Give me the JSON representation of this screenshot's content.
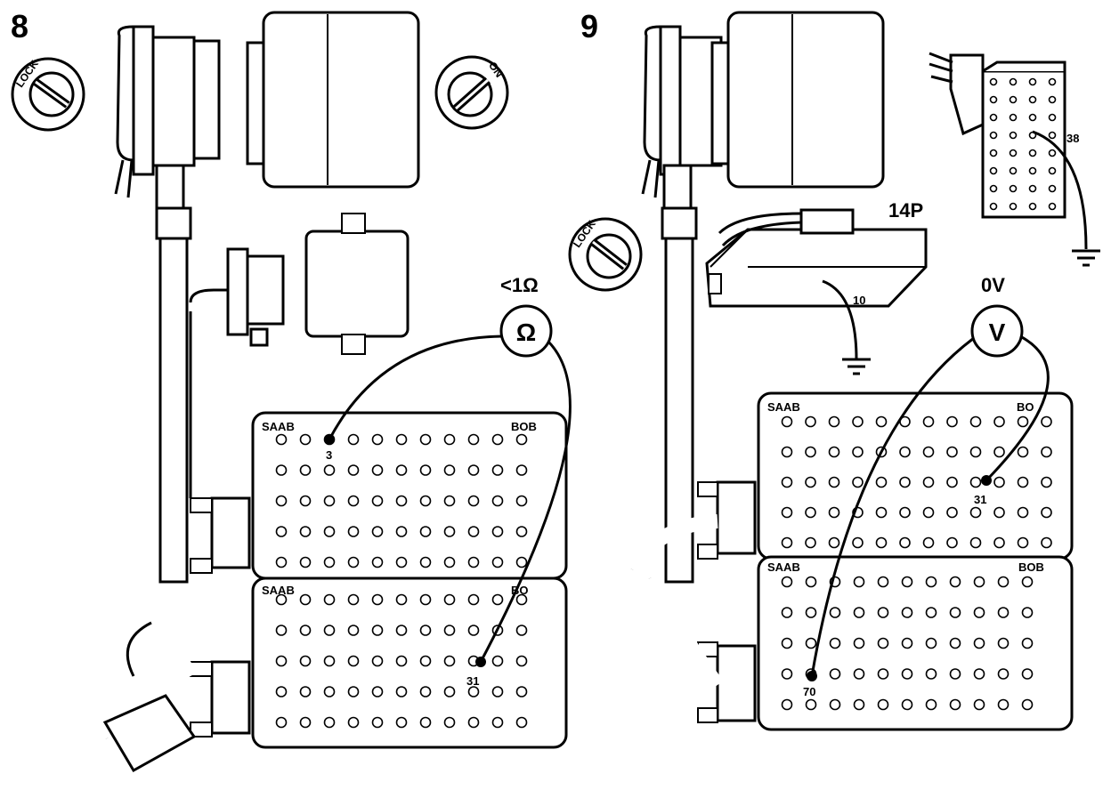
{
  "panels": [
    {
      "number": "8",
      "switch_left": "LOCK",
      "switch_right": "ON",
      "meter_symbol": "Ω",
      "meter_reading": "<1Ω",
      "boxes": [
        {
          "brand": "SAAB",
          "model": "BOB",
          "pin_label": "3"
        },
        {
          "brand": "SAAB",
          "model": "BO",
          "pin_label": "31"
        }
      ]
    },
    {
      "number": "9",
      "switch_left": "LOCK",
      "connector_a_label": "14P",
      "connector_a_pin": "10",
      "connector_b_pin": "38",
      "meter_symbol": "V",
      "meter_reading": "0V",
      "boxes": [
        {
          "brand": "SAAB",
          "model": "BO",
          "pin_label": "31"
        },
        {
          "brand": "SAAB",
          "model": "BOB",
          "pin_label": "70"
        }
      ]
    }
  ]
}
